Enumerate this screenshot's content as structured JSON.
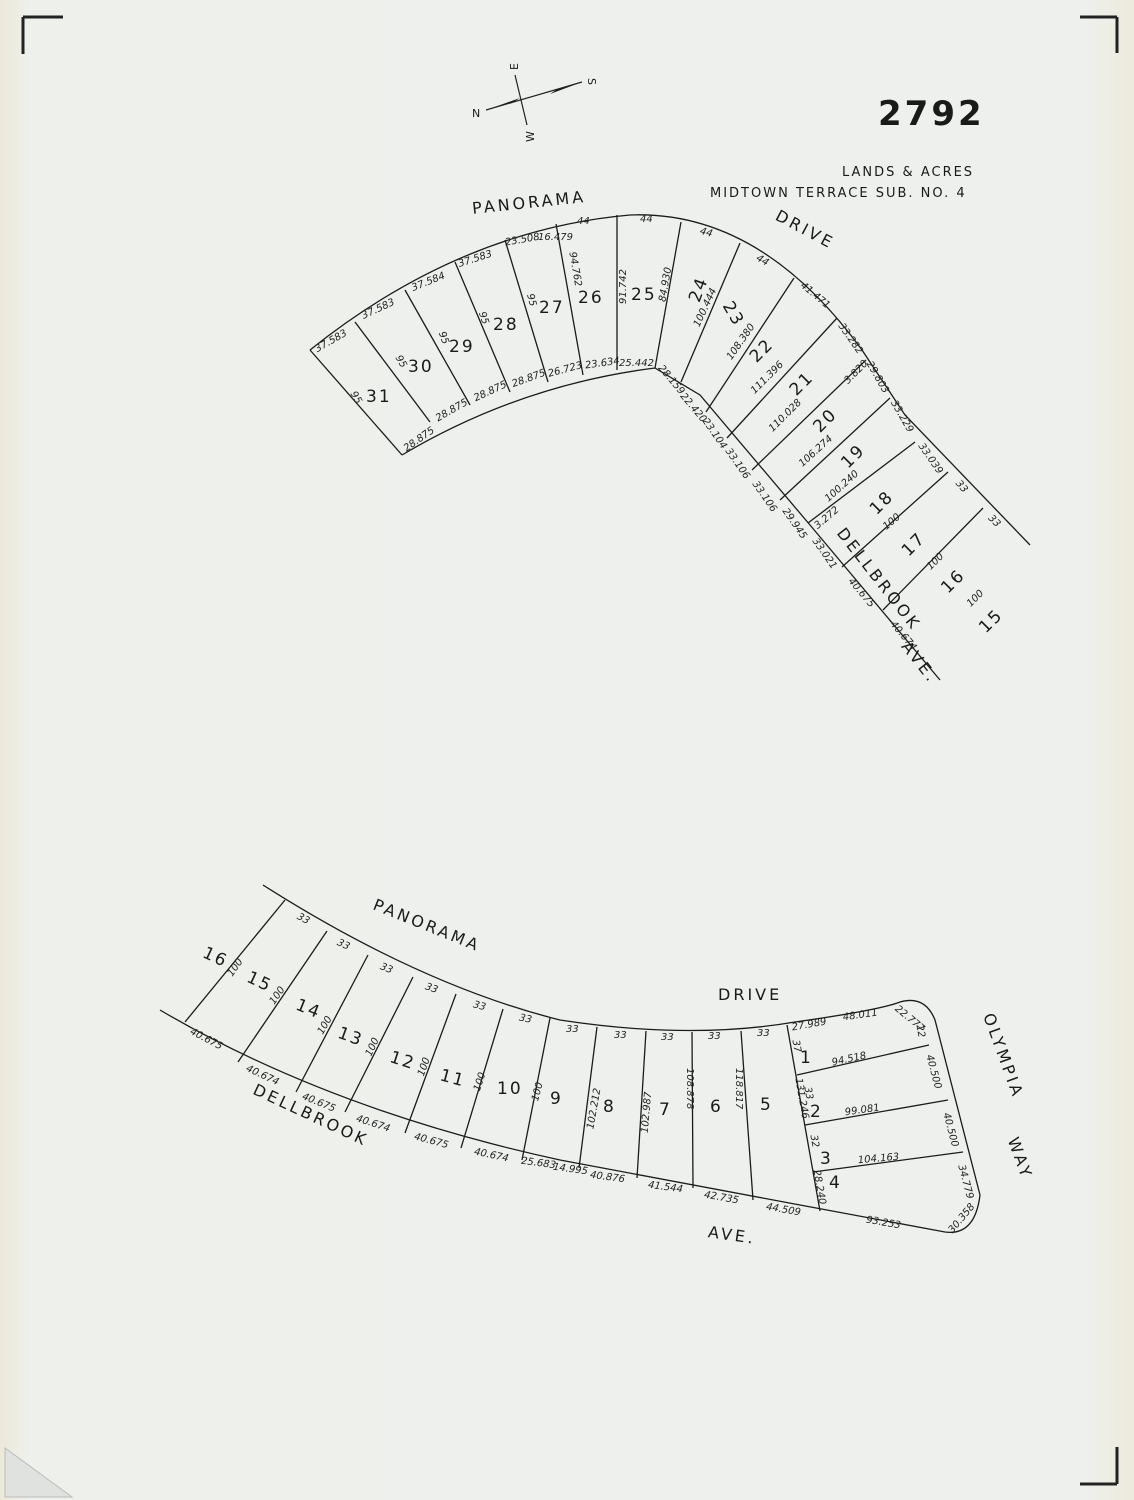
{
  "header": {
    "map_number": "2792",
    "owner_line": "LANDS & ACRES",
    "subdivision": "MIDTOWN TERRACE SUB. NO. 4"
  },
  "compass": {
    "n": "N",
    "s": "S",
    "e": "E",
    "w": "W"
  },
  "streets": {
    "top_panorama": "PANORAMA",
    "top_drive": "DRIVE",
    "top_dellbrook": "DELLBROOK",
    "top_ave": "AVE.",
    "bottom_panorama": "PANORAMA",
    "bottom_drive": "DRIVE",
    "bottom_dellbrook": "DELLBROOK",
    "bottom_ave": "AVE.",
    "olympia": "OLYMPIA",
    "way": "WAY"
  },
  "upper_block": {
    "lots": [
      "31",
      "30",
      "29",
      "28",
      "27",
      "26",
      "25",
      "24",
      "23",
      "22",
      "21",
      "20",
      "19",
      "18",
      "17",
      "16",
      "15"
    ],
    "frontages_panorama": [
      "37.583",
      "37.583",
      "37.584",
      "37.583",
      "23.508",
      "16.479",
      "44",
      "44",
      "44",
      "44",
      "41.471",
      "33.282",
      "29.803",
      "33.229",
      "33.039",
      "33",
      "33"
    ],
    "rear_lines": [
      "28.875",
      "28.875",
      "28.875",
      "28.875",
      "26.723",
      "23.634",
      "25.442",
      "28.159",
      "22.420",
      "23.104",
      "33.106",
      "33.106",
      "29.945",
      "3.272",
      "33.021",
      "40.675",
      "40.674"
    ],
    "depths": [
      "95",
      "95",
      "95",
      "95",
      "95",
      "94.762",
      "91.742",
      "84.930",
      "100.444",
      "108.380",
      "111.396",
      "110.028",
      "106.274",
      "100.240",
      "100",
      "100",
      "100"
    ],
    "misc": [
      "3.820"
    ]
  },
  "lower_block": {
    "lots": [
      "16",
      "15",
      "14",
      "13",
      "12",
      "11",
      "10",
      "9",
      "8",
      "7",
      "6",
      "5",
      "1",
      "2",
      "3",
      "4"
    ],
    "frontages_panorama": [
      "33",
      "33",
      "33",
      "33",
      "33",
      "33",
      "33",
      "33",
      "33",
      "33",
      "33",
      "33"
    ],
    "rear_dellbrook": [
      "40.675",
      "40.674",
      "40.675",
      "40.674",
      "40.675",
      "40.674",
      "25.683",
      "14.995",
      "40.876",
      "41.544",
      "42.735",
      "44.509",
      "93.253"
    ],
    "depths": [
      "100",
      "100",
      "100",
      "100",
      "100",
      "100",
      "100",
      "102.212",
      "102.987",
      "108.878",
      "118.817",
      "131.246"
    ],
    "corner_lots": {
      "lot1": [
        "27.989",
        "48.011",
        "22.777",
        "22",
        "37",
        "94.518"
      ],
      "lot2": [
        "33",
        "99.081",
        "40.500"
      ],
      "lot3": [
        "32",
        "104.163",
        "40.500"
      ],
      "lot4": [
        "28.240",
        "34.779",
        "30.358"
      ]
    }
  }
}
